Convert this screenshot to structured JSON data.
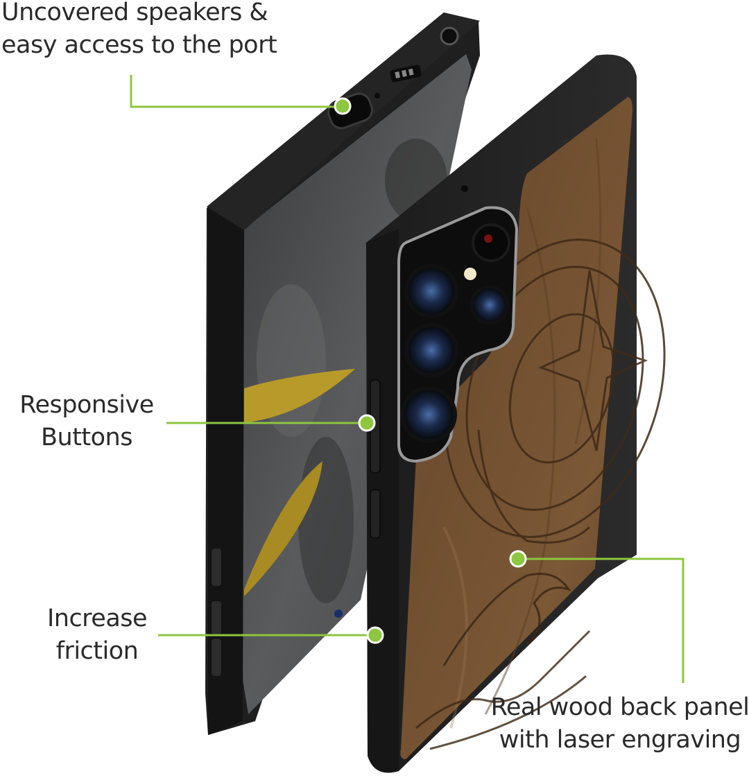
{
  "accent_color": "#8dc63f",
  "callouts": {
    "speakers": {
      "line1": "Uncovered speakers &",
      "line2": "easy access to the port"
    },
    "buttons": {
      "line1": "Responsive",
      "line2": "Buttons"
    },
    "friction": {
      "line1": "Increase",
      "line2": "friction"
    },
    "wood": {
      "line1": "Real wood back panel",
      "line2": "with laser engraving"
    }
  }
}
